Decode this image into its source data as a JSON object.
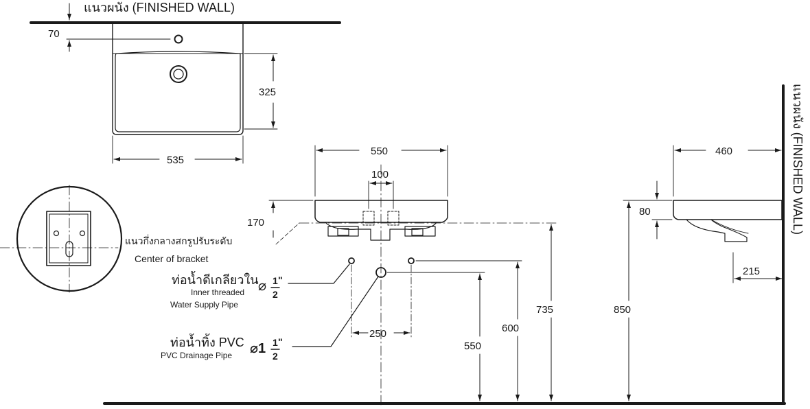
{
  "labels": {
    "finished_wall_top": "แนวผนัง (FINISHED WALL)",
    "finished_wall_side": "แนวผนัง (FINISHED WALL)",
    "bracket_center_th": "แนวกึ่งกลางสกรูปรับระดับ",
    "bracket_center_en": "Center of bracket",
    "supply_th": "ท่อน้ำดีเกลียวใน",
    "supply_en_1": "Inner threaded",
    "supply_en_2": "Water Supply Pipe",
    "supply_size_sym": "⌀",
    "supply_size_num": "1",
    "supply_size_den": "2",
    "supply_size_inch": "\"",
    "drain_th": "ท่อน้ำทิ้ง PVC",
    "drain_en": "PVC Drainage Pipe",
    "drain_size_sym": "⌀1",
    "drain_size_num": "1",
    "drain_size_den": "2",
    "drain_size_inch": "\""
  },
  "dimensions": {
    "d70": "70",
    "d325": "325",
    "d535": "535",
    "d550_width": "550",
    "d100": "100",
    "d170": "170",
    "d250": "250",
    "d550_height": "550",
    "d600": "600",
    "d735": "735",
    "d850": "850",
    "d460": "460",
    "d80": "80",
    "d215": "215"
  }
}
